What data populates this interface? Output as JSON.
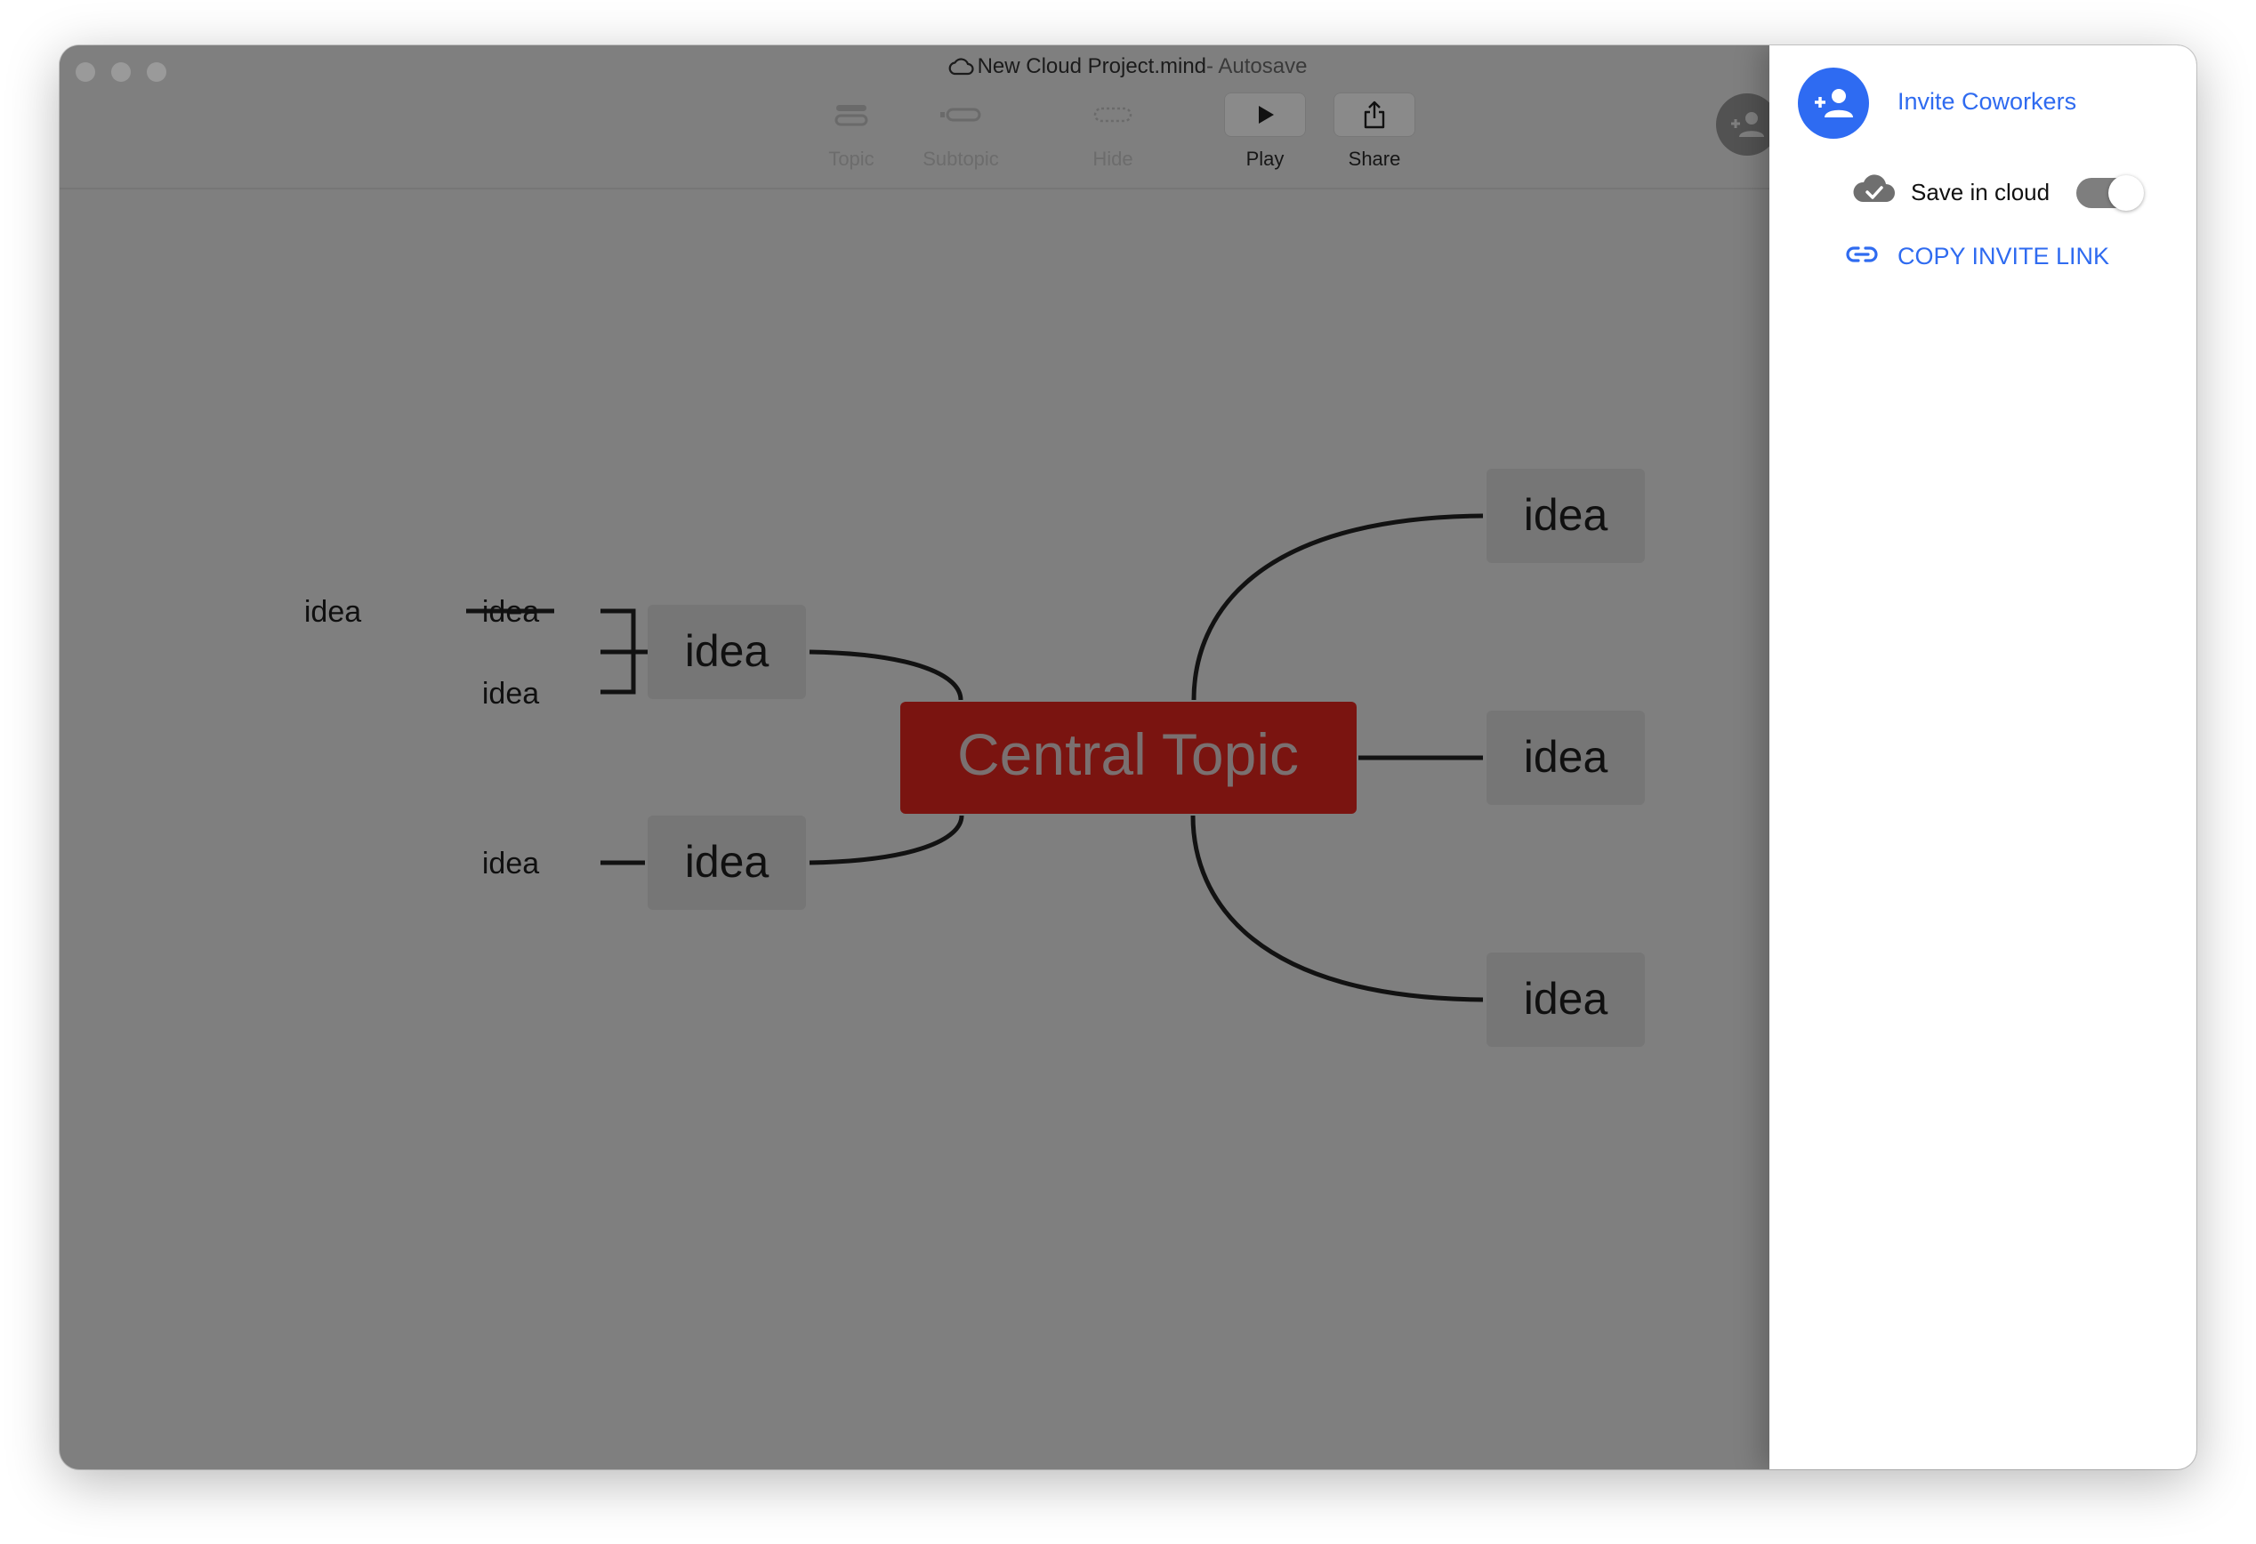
{
  "window": {
    "title": "New Cloud Project.mind",
    "title_suffix": "- Autosave"
  },
  "toolbar": {
    "topic": "Topic",
    "subtopic": "Subtopic",
    "hide": "Hide",
    "play": "Play",
    "share": "Share"
  },
  "mindmap": {
    "central": "Central Topic",
    "central_color": "#7a1410",
    "nodes": {
      "right_top": "idea",
      "right_middle": "idea",
      "right_bottom": "idea",
      "left_top": "idea",
      "left_bottom": "idea",
      "left_top_child_1": "idea",
      "left_top_child_2": "idea",
      "left_top_grandchild": "idea",
      "left_bottom_child": "idea"
    }
  },
  "share_panel": {
    "invite_label": "Invite Coworkers",
    "save_label": "Save in cloud",
    "save_enabled": true,
    "copy_link_label": "COPY INVITE LINK",
    "accent_color": "#2f6bf0"
  }
}
